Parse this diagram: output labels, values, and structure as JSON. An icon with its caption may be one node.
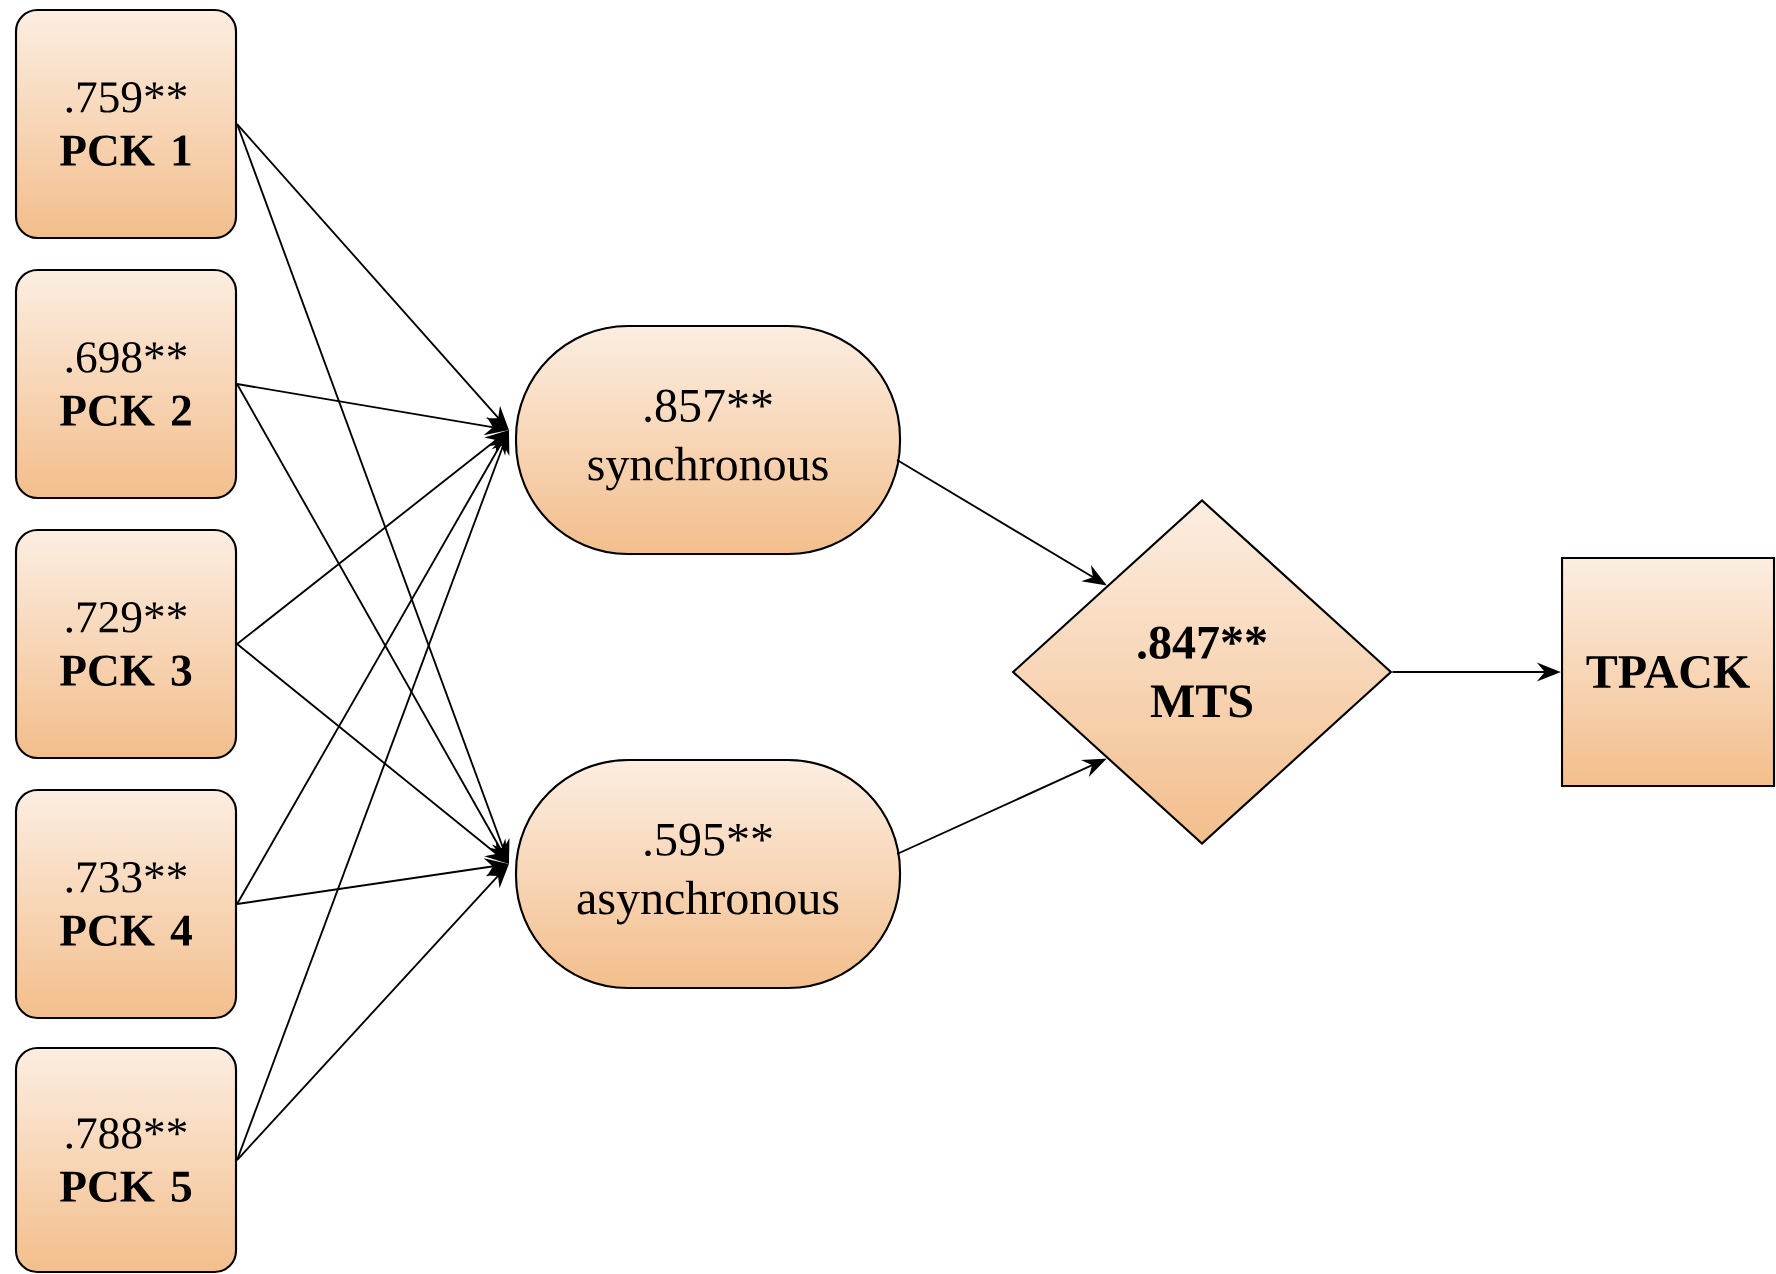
{
  "diagram": {
    "nodes": [
      {
        "text": [
          ".759**",
          "PCK 1"
        ]
      },
      {
        "text": [
          ".698**",
          "PCK 2"
        ]
      },
      {
        "text": [
          ".729**",
          "PCK 3"
        ]
      },
      {
        "text": [
          ".733**",
          "PCK 4"
        ]
      },
      {
        "text": [
          ".788**",
          "PCK 5"
        ]
      },
      {
        "text": [
          ".857**",
          "synchronous"
        ]
      },
      {
        "text": [
          ".595**",
          "asynchronous"
        ]
      },
      {
        "text": [
          ".847**",
          "MTS"
        ]
      },
      {
        "text": [
          "TPACK"
        ]
      }
    ],
    "edges": [
      {
        "from": 0,
        "to": 5,
        "arrow": "to"
      },
      {
        "from": 0,
        "to": 6,
        "arrow": "to"
      },
      {
        "from": 1,
        "to": 5,
        "arrow": "to"
      },
      {
        "from": 1,
        "to": 6,
        "arrow": "to"
      },
      {
        "from": 2,
        "to": 5,
        "arrow": "to"
      },
      {
        "from": 2,
        "to": 6,
        "arrow": "to"
      },
      {
        "from": 3,
        "to": 5,
        "arrow": "to"
      },
      {
        "from": 3,
        "to": 6,
        "arrow": "to"
      },
      {
        "from": 4,
        "to": 5,
        "arrow": "to"
      },
      {
        "from": 4,
        "to": 6,
        "arrow": "to"
      },
      {
        "from": 5,
        "to": 7,
        "arrow": "to"
      },
      {
        "from": 6,
        "to": 7,
        "arrow": "to"
      },
      {
        "from": 7,
        "to": 8,
        "arrow": "to"
      }
    ]
  }
}
